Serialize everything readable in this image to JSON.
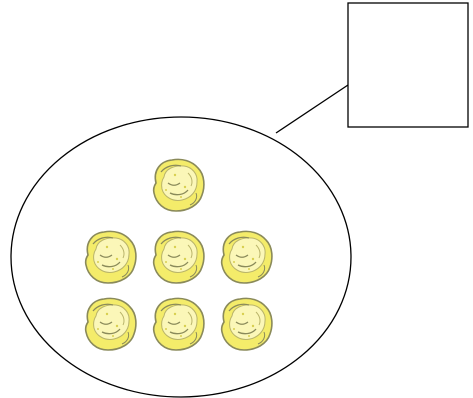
{
  "items": {
    "count": 7,
    "icon": "popcorn-kernel-icon",
    "rows": [
      1,
      3,
      3
    ]
  },
  "answer_box": {
    "value": ""
  },
  "colors": {
    "outline": "#000000",
    "kernel_fill": "#f4ec6a",
    "kernel_light": "#fbf7b8",
    "kernel_stroke": "#8a8a5a"
  }
}
